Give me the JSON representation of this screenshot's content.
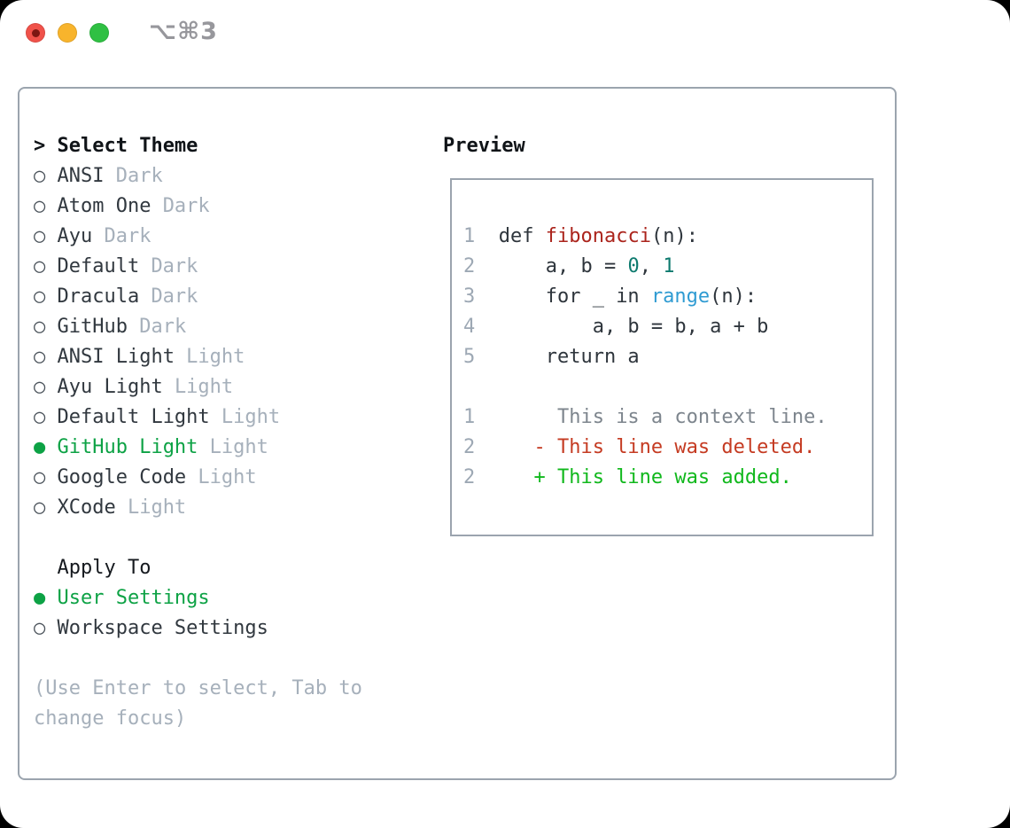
{
  "window": {
    "title": "⌥⌘3"
  },
  "picker": {
    "header": {
      "prompt": ">",
      "label": "Select Theme"
    },
    "themes": [
      {
        "bullet": "○",
        "name": "ANSI",
        "variant": "Dark",
        "selected": false
      },
      {
        "bullet": "○",
        "name": "Atom One",
        "variant": "Dark",
        "selected": false
      },
      {
        "bullet": "○",
        "name": "Ayu",
        "variant": "Dark",
        "selected": false
      },
      {
        "bullet": "○",
        "name": "Default",
        "variant": "Dark",
        "selected": false
      },
      {
        "bullet": "○",
        "name": "Dracula",
        "variant": "Dark",
        "selected": false
      },
      {
        "bullet": "○",
        "name": "GitHub",
        "variant": "Dark",
        "selected": false
      },
      {
        "bullet": "○",
        "name": "ANSI Light",
        "variant": "Light",
        "selected": false
      },
      {
        "bullet": "○",
        "name": "Ayu Light",
        "variant": "Light",
        "selected": false
      },
      {
        "bullet": "○",
        "name": "Default Light",
        "variant": "Light",
        "selected": false
      },
      {
        "bullet": "●",
        "name": "GitHub Light",
        "variant": "Light",
        "selected": true
      },
      {
        "bullet": "○",
        "name": "Google Code",
        "variant": "Light",
        "selected": false
      },
      {
        "bullet": "○",
        "name": "XCode",
        "variant": "Light",
        "selected": false
      }
    ],
    "apply_to": {
      "label": "Apply To",
      "options": [
        {
          "bullet": "●",
          "label": "User Settings",
          "selected": true
        },
        {
          "bullet": "○",
          "label": "Workspace Settings",
          "selected": false
        }
      ]
    },
    "help": [
      "(Use Enter to select, Tab to",
      "change focus)"
    ]
  },
  "preview": {
    "label": "Preview",
    "code": [
      {
        "num": "1",
        "s0": "  def ",
        "fn": "fibonacci",
        "s2": "(n):"
      },
      {
        "num": "2",
        "s0": "      a, b = ",
        "n1": "0",
        "s2": ", ",
        "n2": "1"
      },
      {
        "num": "3",
        "s0": "      for _ in ",
        "bi": "range",
        "s2": "(n):"
      },
      {
        "num": "4",
        "s0": "          a, b = b, a + b"
      },
      {
        "num": "5",
        "s0": "      return a"
      }
    ],
    "diff": [
      {
        "num": "1",
        "text": "       This is a context line.",
        "type": "context"
      },
      {
        "num": "2",
        "text": "     - This line was deleted.",
        "type": "deleted"
      },
      {
        "num": "2",
        "text": "     + This line was added.",
        "type": "added"
      }
    ]
  },
  "colors": {
    "selection_green": "#0da245",
    "added_green": "#10b81c",
    "deleted_red": "#c53b22",
    "function_red": "#ab241c",
    "number_teal": "#0d7a6e",
    "builtin_blue": "#2f9bd2",
    "dim_text": "#a6b0bb",
    "panel_border": "#9ba4ae",
    "traffic_red": "#f0524a",
    "traffic_yellow": "#f8b42c",
    "traffic_green": "#2fc043"
  }
}
